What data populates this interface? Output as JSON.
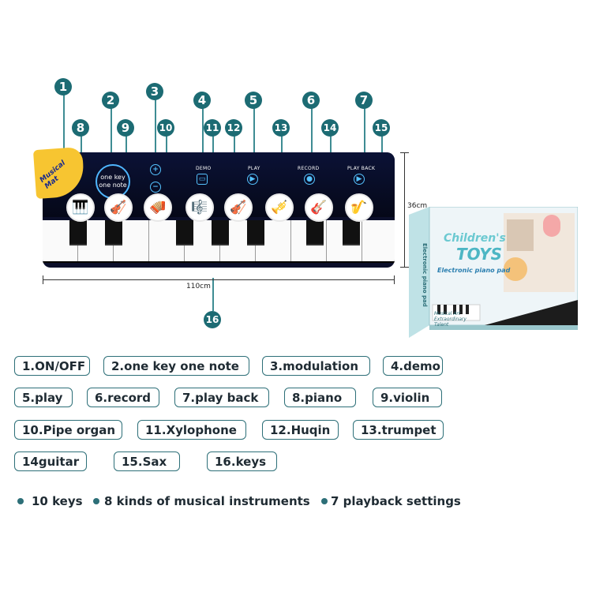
{
  "mat": {
    "badge_text": "Musical Mat",
    "one_key_line1": "one key",
    "one_key_line2": "one note",
    "plus_symbol": "+",
    "minus_symbol": "−",
    "demo_label": "DEMO",
    "play_label": "PLAY",
    "record_label": "RECORD",
    "playback_label": "PLAY BACK",
    "width_label": "110cm",
    "height_label": "36cm",
    "instrument_icons": [
      "piano-icon",
      "violin-icon",
      "pipe-organ-icon",
      "xylophone-icon",
      "huqin-icon",
      "trumpet-icon",
      "guitar-icon",
      "sax-icon"
    ]
  },
  "callouts": [
    "1",
    "2",
    "3",
    "4",
    "5",
    "6",
    "7",
    "8",
    "9",
    "10",
    "11",
    "12",
    "13",
    "14",
    "15",
    "16"
  ],
  "box": {
    "line1": "Children's",
    "line2": "TOYS",
    "line3": "Electronic piano pad",
    "line4": "Musical Art",
    "line5": "Extraordinary",
    "line6": "Talent",
    "side_text": "Electronic piano pad"
  },
  "legend": [
    "1.ON/OFF",
    "2.one key one note",
    "3.modulation",
    "4.demo",
    "5.play",
    "6.record",
    "7.play back",
    "8.piano",
    "9.violin",
    "10.Pipe organ",
    "11.Xylophone",
    "12.Huqin",
    "13.trumpet",
    "14guitar",
    "15.Sax",
    "16.keys"
  ],
  "features": [
    "10 keys",
    "8 kinds of musical instruments",
    "7 playback settings"
  ]
}
